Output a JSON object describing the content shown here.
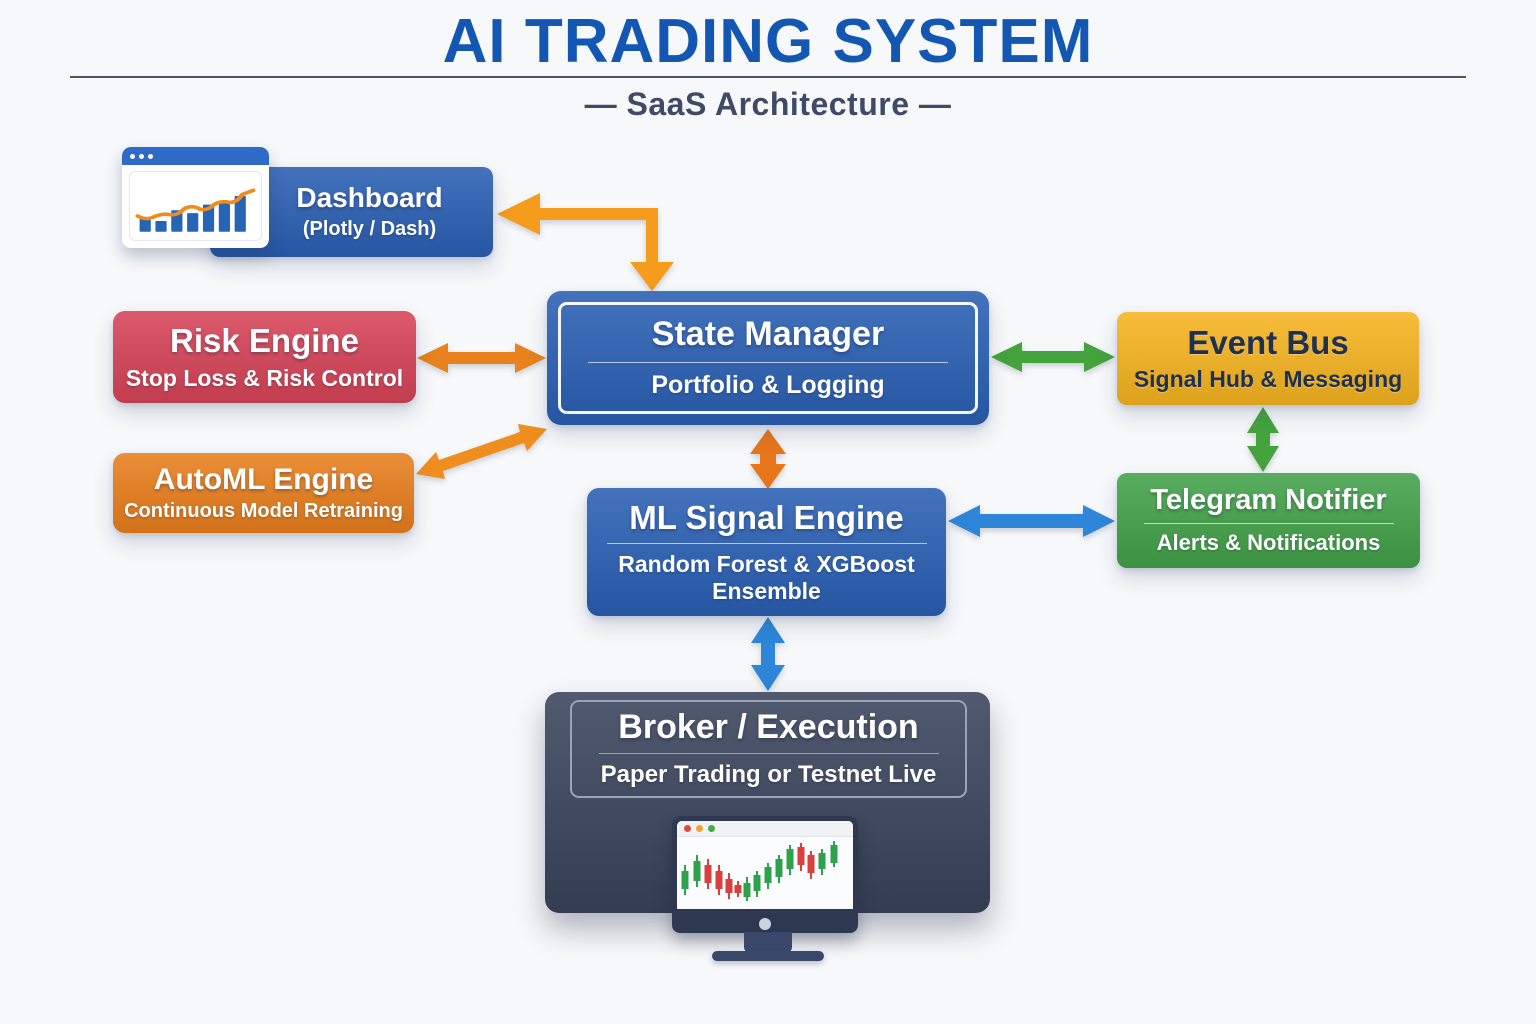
{
  "header": {
    "title": "AI TRADING SYSTEM",
    "subtitle": "— SaaS Architecture —"
  },
  "nodes": {
    "dashboard": {
      "title": "Dashboard",
      "subtitle": "(Plotly / Dash)",
      "color": "#2a5fb4"
    },
    "risk_engine": {
      "title": "Risk Engine",
      "subtitle": "Stop Loss & Risk Control",
      "color": "#d64357"
    },
    "automl_engine": {
      "title": "AutoML Engine",
      "subtitle": "Continuous Model Retraining",
      "color": "#e97e1c"
    },
    "state_manager": {
      "title": "State Manager",
      "subtitle": "Portfolio & Logging",
      "color": "#2a5fb4"
    },
    "event_bus": {
      "title": "Event Bus",
      "subtitle": "Signal Hub & Messaging",
      "color": "#f6b41f",
      "text_color": "#20304f"
    },
    "telegram_notifier": {
      "title": "Telegram Notifier",
      "subtitle": "Alerts & Notifications",
      "color": "#42a149"
    },
    "ml_signal_engine": {
      "title": "ML Signal Engine",
      "subtitle": "Random Forest & XGBoost Ensemble",
      "color": "#2a5fb4"
    },
    "broker": {
      "title": "Broker / Execution",
      "subtitle": "Paper Trading or Testnet Live",
      "color": "#39435a"
    }
  },
  "icons": {
    "browser_window": "browser-window-with-bar-chart-and-trend-line",
    "monitor": "desktop-monitor-with-candlestick-chart"
  },
  "colors": {
    "title_blue": "#1457b2",
    "subtitle_gray": "#3e4a66",
    "rule": "#4b5568",
    "arrow_orange_bright": "#f59c1c",
    "arrow_orange": "#e8821c",
    "arrow_orange_diag": "#ef8e1e",
    "arrow_orange_deep": "#e8761b",
    "arrow_green": "#44a33d",
    "arrow_blue": "#2d86d8",
    "icon_header_blue": "#2f6bc6",
    "icon_bar_blue": "#2565b4",
    "icon_line_orange": "#f08c1d",
    "candle_green": "#2fa14d",
    "candle_red": "#d83f3f",
    "dot_red": "#e0493c",
    "dot_orange": "#f0a330",
    "dot_green": "#3cae4e"
  }
}
